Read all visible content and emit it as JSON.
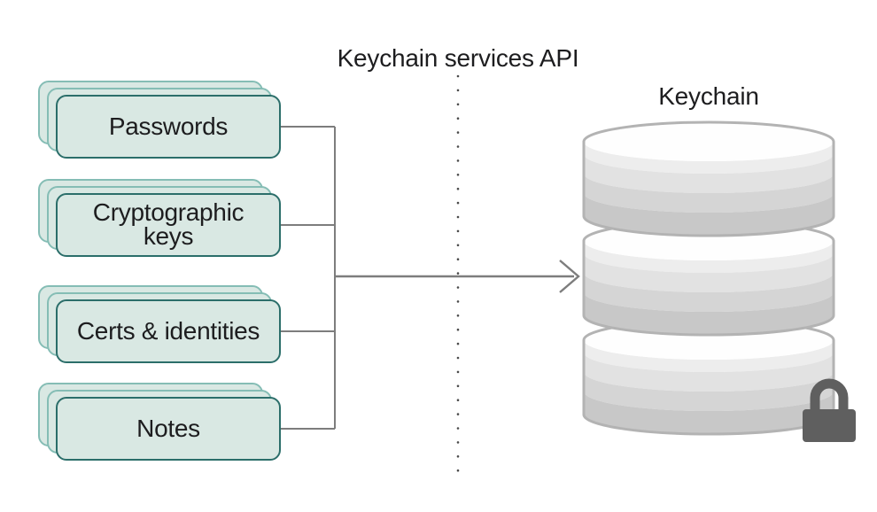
{
  "diagram": {
    "title": "Keychain services API",
    "database_label": "Keychain",
    "items": [
      {
        "label": "Passwords"
      },
      {
        "label": "Cryptographic\nkeys"
      },
      {
        "label": "Certs & identities"
      },
      {
        "label": "Notes"
      }
    ],
    "icons": {
      "database": "database-cylinder-icon",
      "lock": "lock-icon"
    },
    "colors": {
      "card_fill": "#d9e8e3",
      "card_border_front": "#2b6e6a",
      "card_border_back": "#85bdb5",
      "connector_gray": "#7d7d7d",
      "dotted_line_gray": "#4a4a4a",
      "cylinder_outline": "#b3b3b3",
      "cylinder_bands": [
        "#ededed",
        "#e2e2e2",
        "#d5d5d5",
        "#c8c8c8"
      ],
      "cylinder_top": "#fefefe",
      "lock_gray": "#5f5f5f",
      "text": "#1d1d1f",
      "background": "#ffffff"
    }
  }
}
